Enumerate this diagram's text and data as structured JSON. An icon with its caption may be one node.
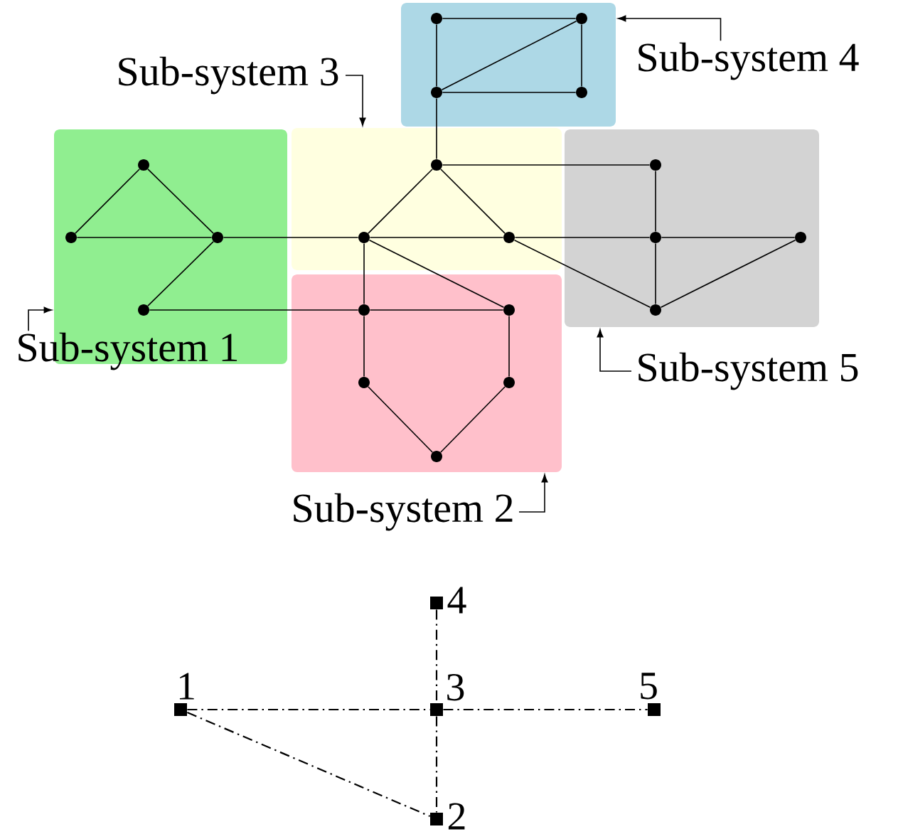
{
  "diagram": {
    "nodes": [
      {
        "text": [],
        "shape": "box"
      },
      {
        "text": [],
        "shape": "circle",
        "in": 0
      },
      {
        "text": [],
        "shape": "circle",
        "in": 0
      },
      {
        "text": [],
        "shape": "circle",
        "in": 0
      },
      {
        "text": [],
        "shape": "circle",
        "in": 0
      },
      {
        "text": [],
        "shape": "box"
      },
      {
        "text": [],
        "shape": "circle",
        "in": 5
      },
      {
        "text": [],
        "shape": "circle",
        "in": 5
      },
      {
        "text": [],
        "shape": "circle",
        "in": 5
      },
      {
        "text": [],
        "shape": "circle",
        "in": 5
      },
      {
        "text": [],
        "shape": "box"
      },
      {
        "text": [],
        "shape": "circle",
        "in": 10
      },
      {
        "text": [],
        "shape": "circle",
        "in": 10
      },
      {
        "text": [],
        "shape": "circle",
        "in": 10
      },
      {
        "text": [],
        "shape": "box"
      },
      {
        "text": [],
        "shape": "circle",
        "in": 14
      },
      {
        "text": [],
        "shape": "circle",
        "in": 14
      },
      {
        "text": [],
        "shape": "circle",
        "in": 14
      },
      {
        "text": [],
        "shape": "circle",
        "in": 14
      },
      {
        "text": [],
        "shape": "box"
      },
      {
        "text": [],
        "shape": "circle",
        "in": 19
      },
      {
        "text": [],
        "shape": "circle",
        "in": 19
      },
      {
        "text": [],
        "shape": "circle",
        "in": 19
      },
      {
        "text": [],
        "shape": "circle",
        "in": 19
      },
      {
        "text": [],
        "shape": "circle",
        "in": 19
      },
      {
        "text": [
          "Sub-system 1"
        ]
      },
      {
        "text": [
          "Sub-system 2"
        ]
      },
      {
        "text": [
          "Sub-system 3"
        ]
      },
      {
        "text": [
          "Sub-system 4"
        ]
      },
      {
        "text": [
          "Sub-system 5"
        ]
      },
      {
        "text": [
          "1"
        ]
      },
      {
        "text": [
          "2"
        ]
      },
      {
        "text": [
          "3"
        ]
      },
      {
        "text": [
          "4"
        ]
      },
      {
        "text": [
          "5"
        ]
      }
    ],
    "edges": [
      {
        "from": 1,
        "to": 2,
        "arrow": "none"
      },
      {
        "from": 1,
        "to": 3,
        "arrow": "none"
      },
      {
        "from": 3,
        "to": 2,
        "arrow": "none"
      },
      {
        "from": 2,
        "to": 4,
        "arrow": "none"
      },
      {
        "from": 3,
        "to": 4,
        "arrow": "none"
      },
      {
        "from": 3,
        "to": 11,
        "arrow": "none"
      },
      {
        "from": 6,
        "to": 7,
        "arrow": "none"
      },
      {
        "from": 6,
        "to": 8,
        "arrow": "none"
      },
      {
        "from": 7,
        "to": 8,
        "arrow": "none"
      },
      {
        "from": 8,
        "to": 9,
        "arrow": "none"
      },
      {
        "from": 8,
        "to": 12,
        "arrow": "none"
      },
      {
        "from": 12,
        "to": 13,
        "arrow": "none"
      },
      {
        "from": 13,
        "to": 16,
        "arrow": "none"
      },
      {
        "from": 16,
        "to": 17,
        "arrow": "none"
      },
      {
        "from": 11,
        "to": 12,
        "arrow": "none"
      },
      {
        "from": 11,
        "to": 13,
        "arrow": "none"
      },
      {
        "from": 11,
        "to": 15,
        "arrow": "none"
      },
      {
        "from": 15,
        "to": 16,
        "arrow": "none"
      },
      {
        "from": 16,
        "to": 18,
        "arrow": "none"
      },
      {
        "from": 18,
        "to": 17,
        "arrow": "none"
      },
      {
        "from": 13,
        "to": 18,
        "arrow": "none"
      },
      {
        "from": 12,
        "to": 20,
        "arrow": "none"
      },
      {
        "from": 12,
        "to": 21,
        "arrow": "none"
      },
      {
        "from": 9,
        "to": 20,
        "arrow": "none"
      },
      {
        "from": 20,
        "to": 21,
        "arrow": "none"
      },
      {
        "from": 20,
        "to": 22,
        "arrow": "none"
      },
      {
        "from": 21,
        "to": 23,
        "arrow": "none"
      },
      {
        "from": 22,
        "to": 24,
        "arrow": "none"
      },
      {
        "from": 23,
        "to": 24,
        "arrow": "none"
      },
      {
        "from": 25,
        "to": 5,
        "arrow": "to"
      },
      {
        "from": 26,
        "to": 19,
        "arrow": "to"
      },
      {
        "from": 27,
        "to": 10,
        "arrow": "to"
      },
      {
        "from": 28,
        "to": 0,
        "arrow": "to"
      },
      {
        "from": 29,
        "to": 14,
        "arrow": "to"
      },
      {
        "from": 30,
        "to": 32,
        "arrow": "none",
        "style": "dashed"
      },
      {
        "from": 32,
        "to": 34,
        "arrow": "none",
        "style": "dashed"
      },
      {
        "from": 30,
        "to": 31,
        "arrow": "none",
        "style": "dashed"
      },
      {
        "from": 33,
        "to": 32,
        "arrow": "none",
        "style": "dashed"
      },
      {
        "from": 32,
        "to": 31,
        "arrow": "none",
        "style": "dashed"
      }
    ]
  }
}
